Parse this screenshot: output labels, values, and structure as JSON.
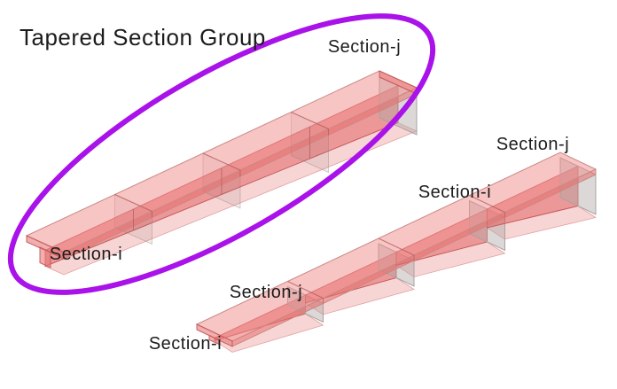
{
  "title": "Tapered Section Group",
  "labels": {
    "group_j": "Section-j",
    "group_i": "Section-i",
    "elem_upper_j": "Section-j",
    "elem_upper_i": "Section-i",
    "elem_lower_j": "Section-j",
    "elem_lower_i": "Section-i"
  },
  "colors": {
    "background": "#ffffff",
    "highlight-ellipse": "#a912e9",
    "text": "#1c1c1c",
    "flange-top": "rgba(241,140,140,0.50)",
    "flange-front": "rgba(232,110,110,0.55)",
    "web": "rgba(226,88,88,0.62)",
    "bottom-strip": "rgba(238,150,150,0.40)",
    "cap-gray": "rgba(176,168,166,0.45)",
    "cap-pink": "rgba(232,120,120,0.60)",
    "section-slice": "rgba(120,100,100,0.10)",
    "edge": "#c98983"
  }
}
